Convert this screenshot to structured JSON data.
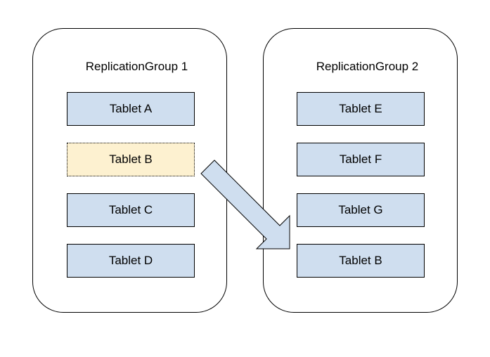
{
  "groups": [
    {
      "title": "ReplicationGroup 1",
      "tablets": [
        {
          "label": "Tablet A",
          "state": "normal"
        },
        {
          "label": "Tablet B",
          "state": "moving"
        },
        {
          "label": "Tablet C",
          "state": "normal"
        },
        {
          "label": "Tablet D",
          "state": "normal"
        }
      ]
    },
    {
      "title": "ReplicationGroup 2",
      "tablets": [
        {
          "label": "Tablet E",
          "state": "normal"
        },
        {
          "label": "Tablet F",
          "state": "normal"
        },
        {
          "label": "Tablet G",
          "state": "normal"
        },
        {
          "label": "Tablet B",
          "state": "normal"
        }
      ]
    }
  ],
  "colors": {
    "tablet_fill": "#cfdeef",
    "moving_tablet_fill": "#fdf1d0",
    "arrow_fill": "#cfdeef",
    "stroke": "#000000"
  },
  "arrow": {
    "from": "groups.0.tablets.1",
    "to": "groups.1.tablets.3",
    "icon": "move-arrow-icon"
  }
}
